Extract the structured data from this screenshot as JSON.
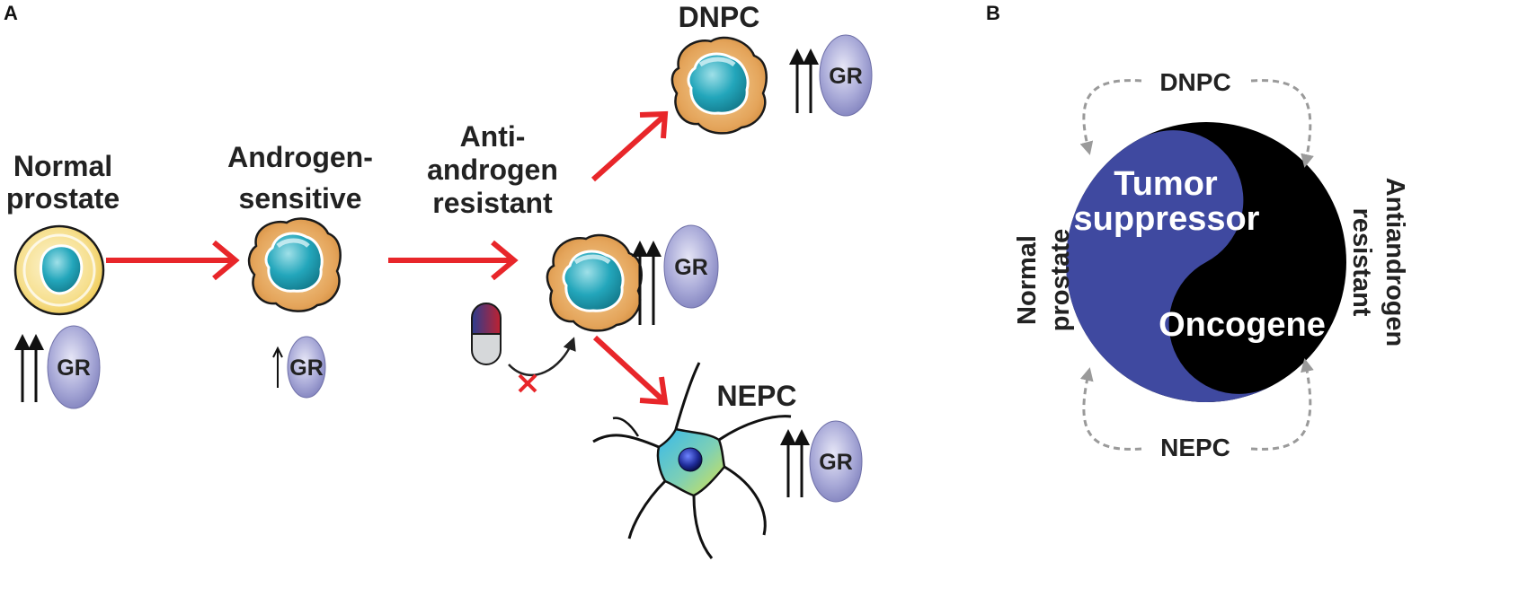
{
  "panel_a": {
    "label": "A",
    "stages": {
      "normal": {
        "line1": "Normal",
        "line2": "prostate"
      },
      "sensitive": {
        "line1": "Androgen-",
        "line2": "sensitive"
      },
      "resistant": {
        "line1": "Anti-",
        "line2": "androgen",
        "line3": "resistant"
      },
      "dnpc": "DNPC",
      "nepc": "NEPC"
    },
    "receptor_label": "GR"
  },
  "panel_b": {
    "label": "B",
    "tumor_suppressor": {
      "line1": "Tumor",
      "line2": "suppressor"
    },
    "oncogene": "Oncogene",
    "top_state": "DNPC",
    "bottom_state": "NEPC",
    "left_side": {
      "line1": "Normal",
      "line2": "prostate"
    },
    "right_side": {
      "line1": "Antiandrogen",
      "line2": "resistant"
    }
  },
  "colors": {
    "arrow_red": "#e8262a",
    "tumor_suppressor": "#3f49a0",
    "oncogene": "#000000",
    "dashed_arrow": "#9a9a9a",
    "nucleus": "#1d9db0",
    "cell_body": "#e4a85c",
    "gr_oval": "#9e9fd2"
  }
}
